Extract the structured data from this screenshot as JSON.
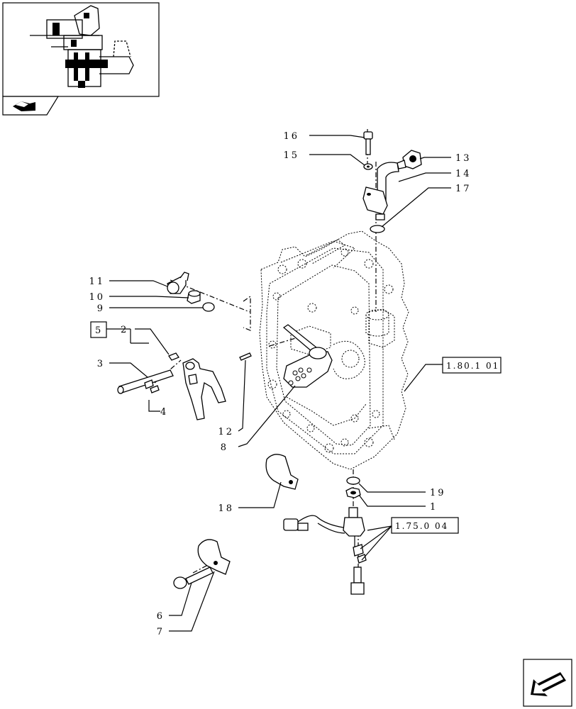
{
  "callouts": {
    "c1": "1",
    "c2": "2",
    "c3": "3",
    "c4": "4",
    "c5": "5",
    "c6": "6",
    "c7": "7",
    "c8": "8",
    "c9": "9",
    "c10": "10",
    "c11": "11",
    "c12": "12",
    "c13": "13",
    "c14": "14",
    "c15": "15",
    "c16": "16",
    "c17": "17",
    "c18": "18",
    "c19": "19"
  },
  "references": {
    "ref_180": "1.80.1 01",
    "ref_175": "1.75.0 04"
  },
  "icons": {
    "thumbnail": "assembly-thumbnail",
    "section": "tractor-section-icon",
    "nav": "next-page-arrow-icon"
  }
}
